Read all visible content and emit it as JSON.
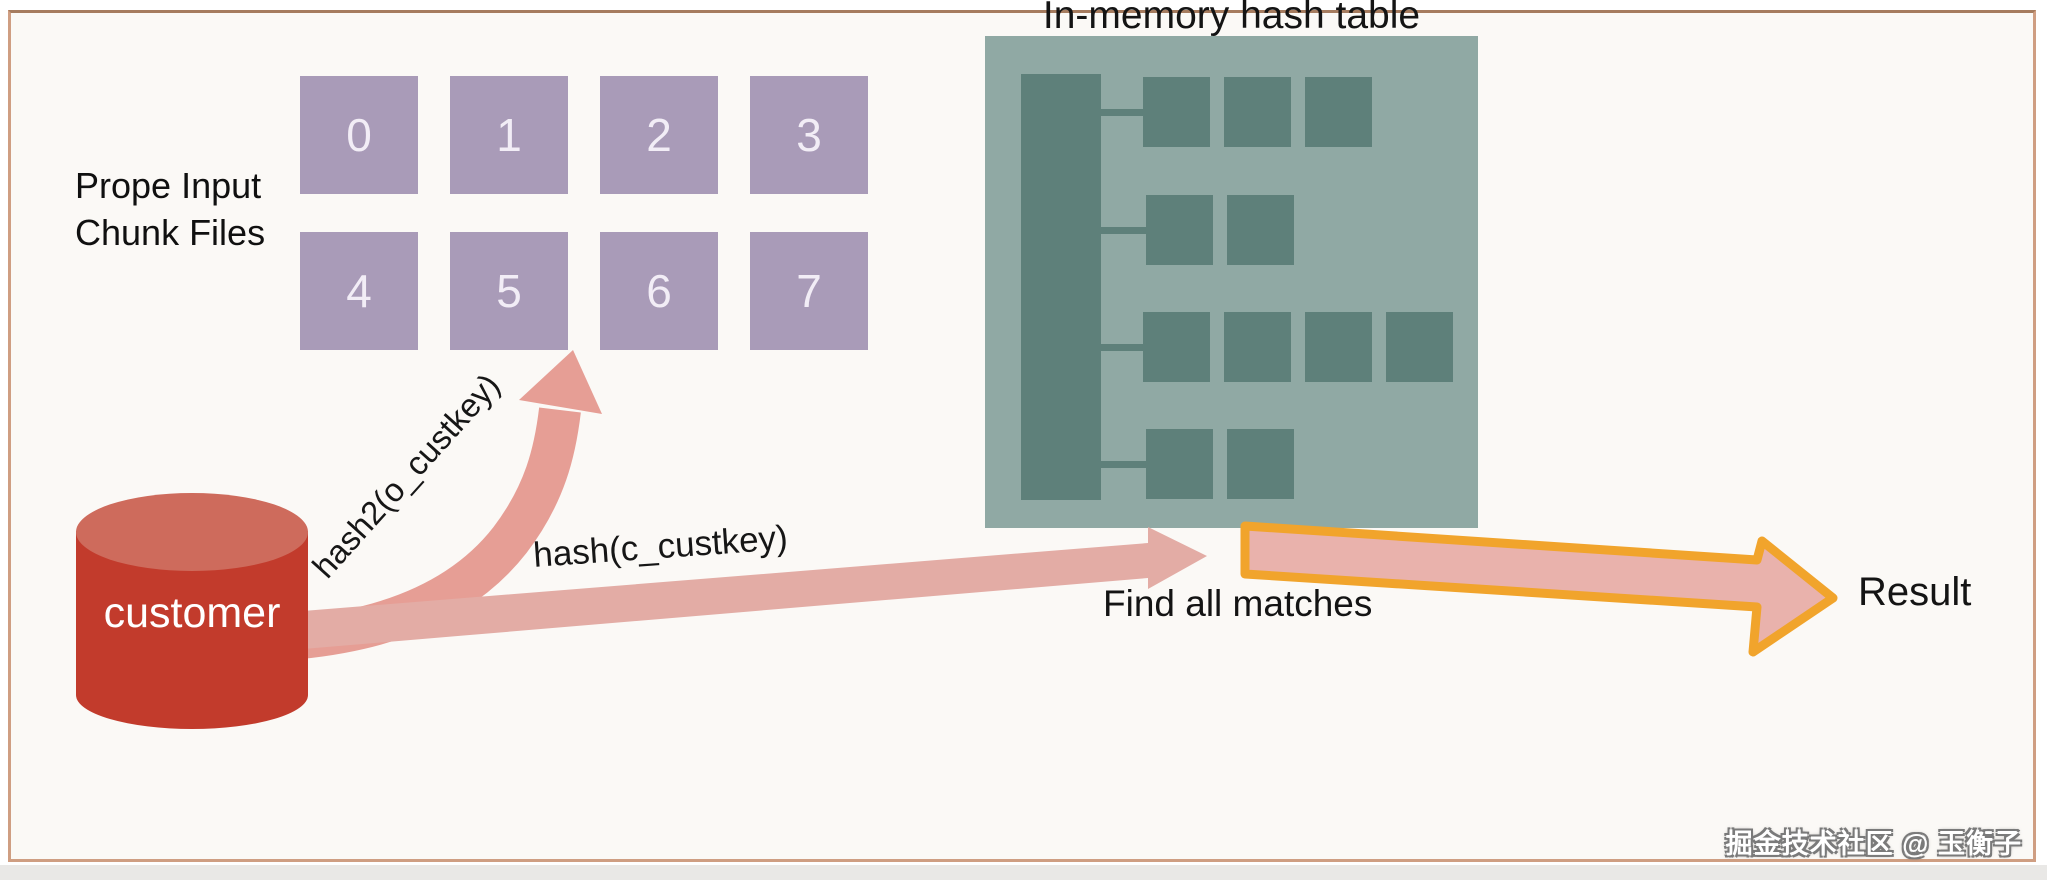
{
  "title": "In-memory hash table",
  "probe_label": {
    "line1": "Prope Input",
    "line2": "Chunk Files"
  },
  "chunk_files": {
    "numbers": [
      "0",
      "1",
      "2",
      "3",
      "4",
      "5",
      "6",
      "7"
    ]
  },
  "hash_table": {
    "buckets": [
      {
        "entries": 3
      },
      {
        "entries": 2
      },
      {
        "entries": 4
      },
      {
        "entries": 2
      }
    ]
  },
  "database": {
    "label": "customer"
  },
  "labels": {
    "build_hash": "hash2(o_custkey)",
    "probe_hash": "hash(c_custkey)",
    "find_matches": "Find all matches",
    "result": "Result"
  },
  "watermark": {
    "text": "掘金技术社区 @ 玉衡子"
  },
  "colors": {
    "frame_border": "#CF9E82",
    "chunk_box": "#A99BB8",
    "panel_bg": "#90A9A4",
    "hash_square": "#5E807A",
    "cylinder_body": "#C23B2C",
    "cylinder_top": "#CE6B5C",
    "arrow_pink": "#E3ACA5",
    "arrow_pink_curved": "#E69E95",
    "arrow_orange_border": "#F1A42C",
    "arrow_orange_fill": "#E9B2AC"
  }
}
